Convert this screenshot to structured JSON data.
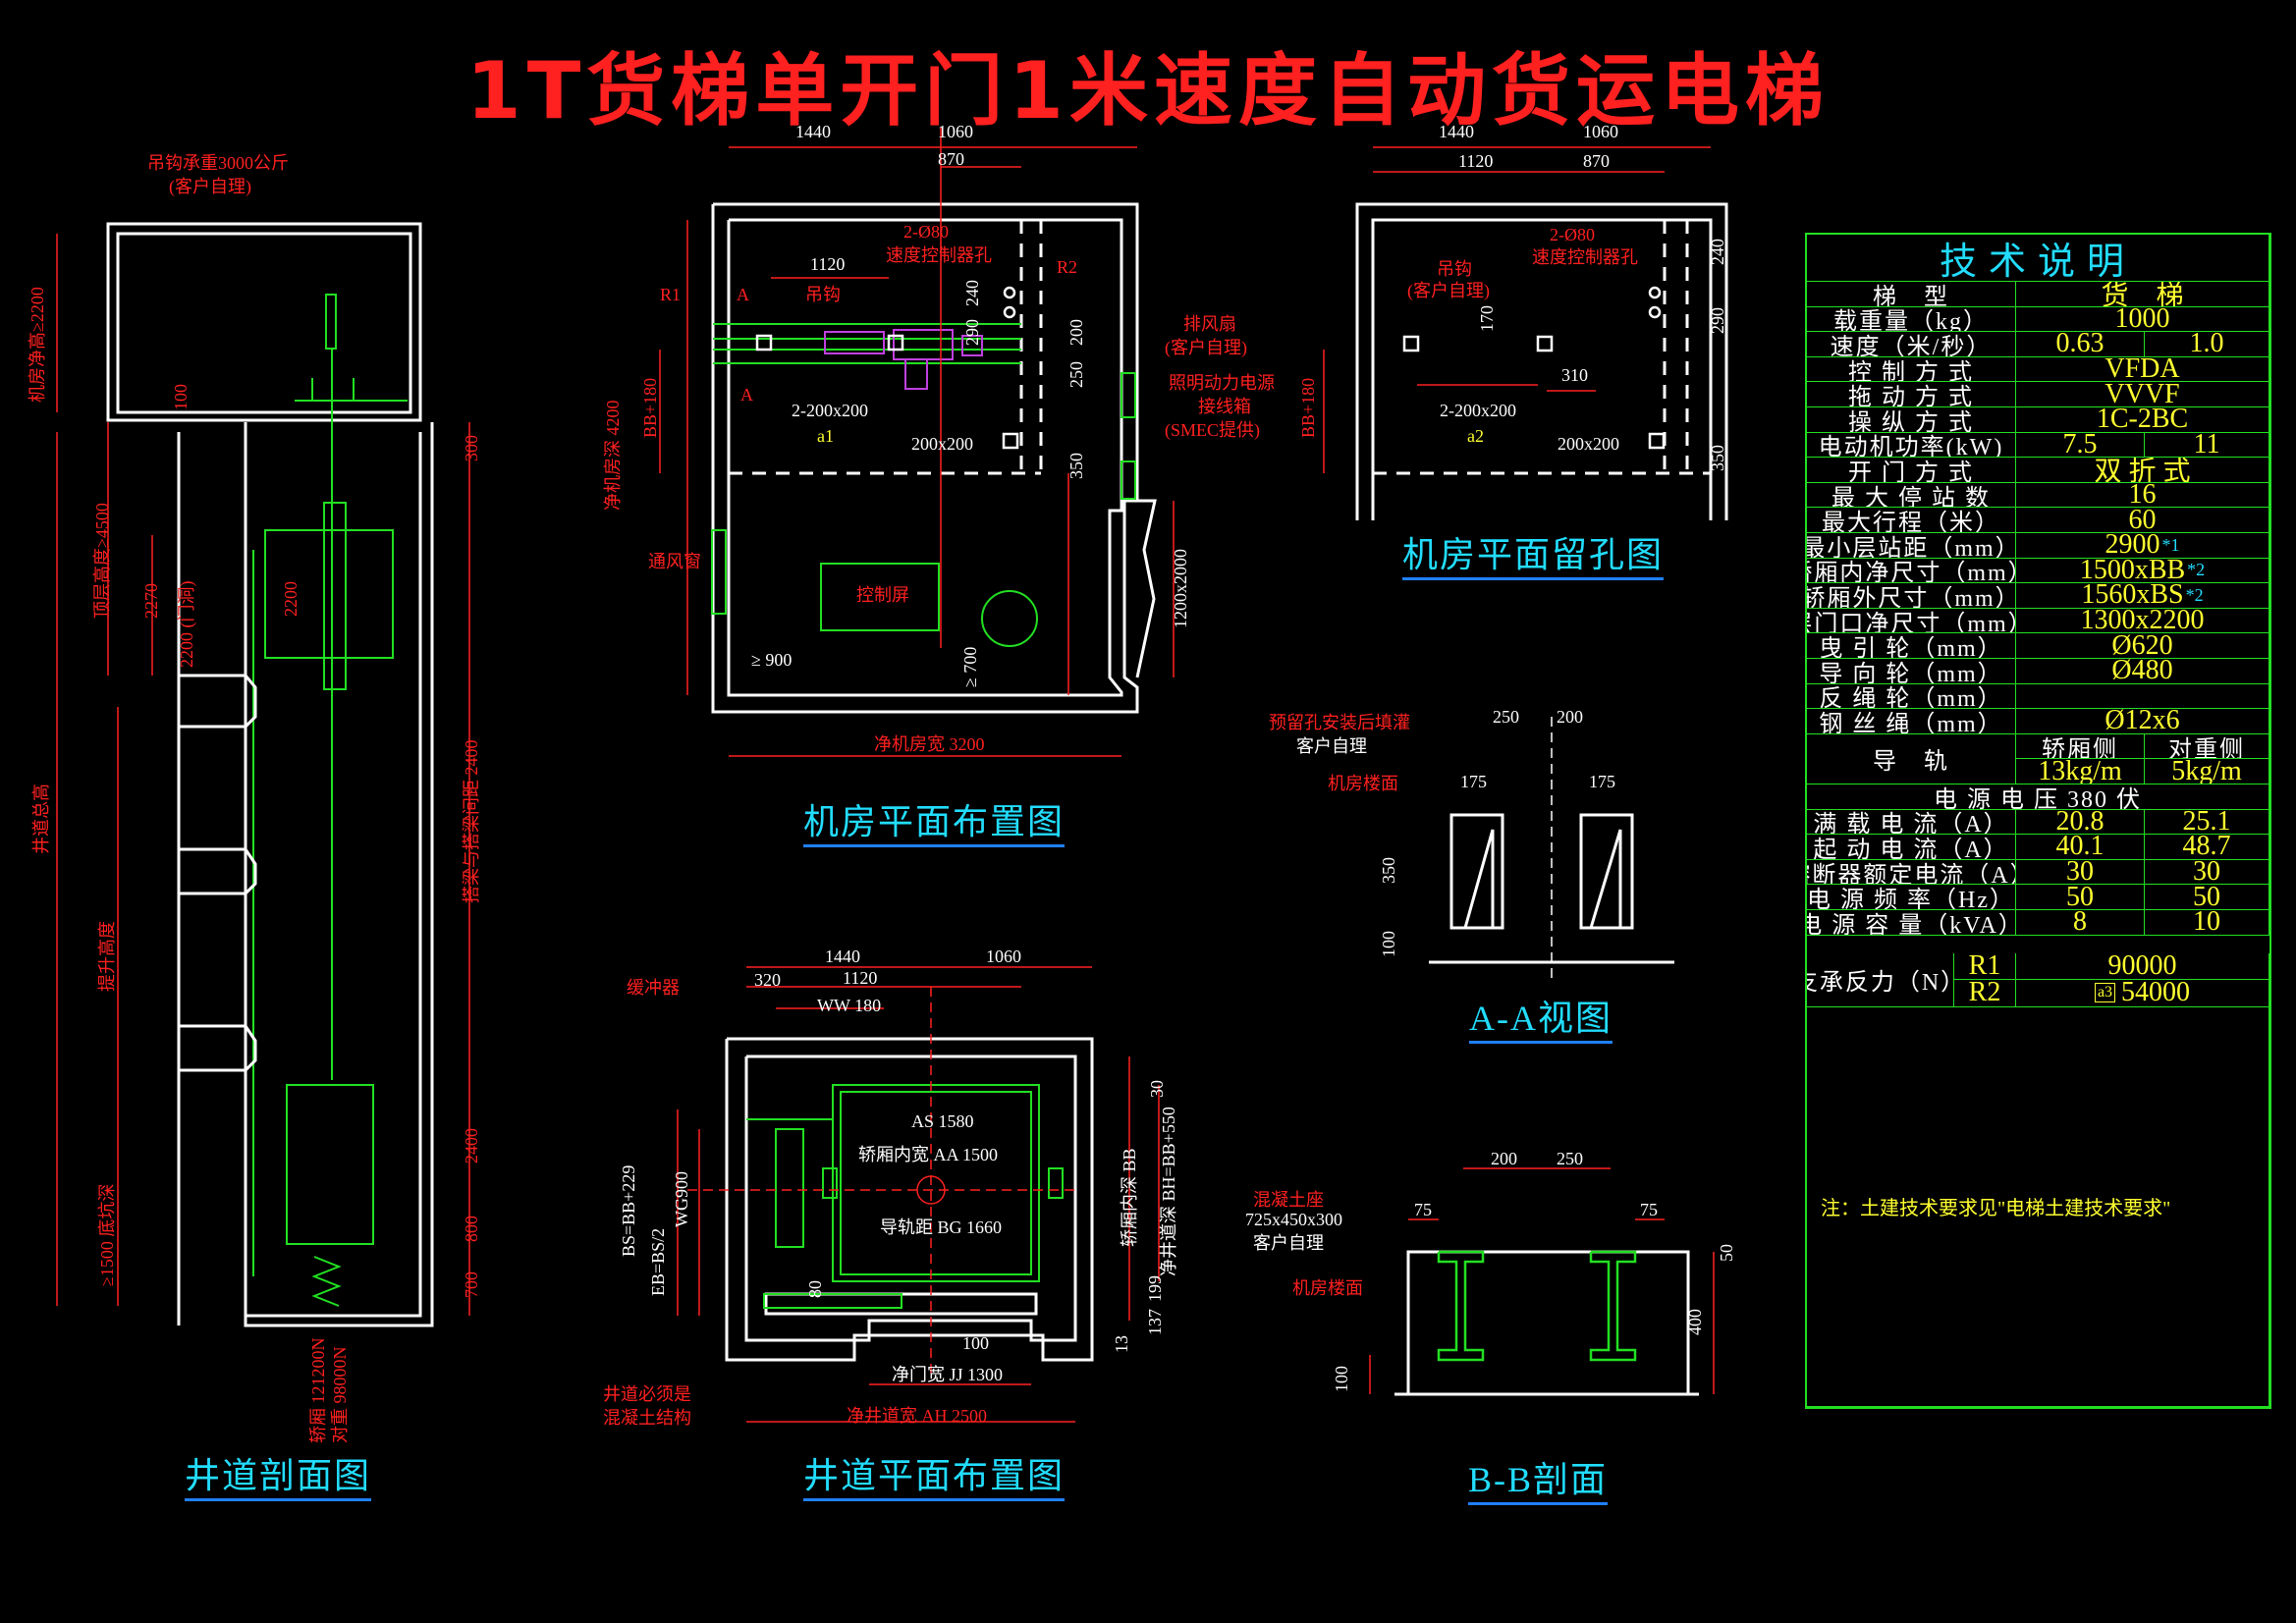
{
  "title": "1T货梯单开门1米速度自动货运电梯",
  "colors": {
    "title": "#ff2020",
    "wall": "#ffffff",
    "green": "#22e022",
    "dim_red": "#ff2020",
    "cyan": "#22ddff",
    "yellow": "#ffff30",
    "magenta": "#c040e0",
    "blue": "#2080ff"
  },
  "views": {
    "shaft_section": "井道剖面图",
    "machine_room_plan": "机房平面布置图",
    "machine_room_holes": "机房平面留孔图",
    "aa_view": "A-A视图",
    "shaft_plan": "井道平面布置图",
    "bb_section": "B-B剖面"
  },
  "shaft_section_labels": {
    "hook_load": "吊钩承重3000公斤",
    "customer_own": "(客户自理)",
    "mr_height": "机房净高≥2200",
    "headroom": "顶层高度≥4500",
    "door_h": "2270",
    "door_h2": "2200 (门洞)",
    "car_h": "2200",
    "shaft_total": "井道总高",
    "travel": "提升高度",
    "pit": "≥1500 底坑深",
    "d100": "100",
    "d300": "300",
    "d2400a": "搭梁与搭梁间距 2400",
    "d2400b": "2400",
    "d800": "800",
    "d700": "700",
    "car_load": "轿厢 121200N",
    "cw_load": "对重 98000N"
  },
  "mr_plan_labels": {
    "d1440": "1440",
    "d1060": "1060",
    "d870": "870",
    "d1120": "1120",
    "holes_2_80": "2-Ø80",
    "speed_ctrl": "速度控制器孔",
    "hook": "吊钩",
    "r1": "R1",
    "r2": "R2",
    "a": "A",
    "d240": "240",
    "d290": "290",
    "d200": "200",
    "d250": "250",
    "holes_200": "2-200x200",
    "a1": "a1",
    "hole_200": "200x200",
    "d350": "350",
    "fan": "排风扇",
    "fan_note": "(客户自理)",
    "power_box": "照明动力电源",
    "power_box2": "接线箱",
    "smec": "(SMEC提供)",
    "bb180": "BB+180",
    "depth": "净机房深 4200",
    "vent": "通风窗",
    "ctrl_panel": "控制屏",
    "ge900": "≥ 900",
    "ge700": "≥ 700",
    "door1200": "1200x2000",
    "width": "净机房宽 3200"
  },
  "holes_labels": {
    "d1440": "1440",
    "d1060": "1060",
    "d1120": "1120",
    "d870": "870",
    "holes_2_80": "2-Ø80",
    "speed_ctrl": "速度控制器孔",
    "hook": "吊钩",
    "hook_note": "(客户自理)",
    "d170": "170",
    "d310": "310",
    "d240": "240",
    "d290": "290",
    "d350": "350",
    "holes_200": "2-200x200",
    "a2": "a2",
    "hole_200": "200x200",
    "bb180": "BB+180"
  },
  "aa_labels": {
    "note1": "预留孔安装后填灌",
    "note2": "客户自理",
    "floor": "机房楼面",
    "d250": "250",
    "d200": "200",
    "d175a": "175",
    "d175b": "175",
    "d350": "350",
    "d100": "100"
  },
  "shaft_plan_labels": {
    "d1440": "1440",
    "d1060": "1060",
    "d320": "320",
    "d1120": "1120",
    "ww": "WW 180",
    "buffer": "缓冲器",
    "as": "AS 1580",
    "aa": "轿厢内宽 AA 1500",
    "bg": "导轨距 BG 1660",
    "bs": "BS=BB+229",
    "eb": "EB=BS/2",
    "wg": "WG900",
    "bb_in": "轿厢内深 BB",
    "bh": "净井道深 BH=BB+550",
    "d30": "30",
    "d80": "80",
    "d100": "100",
    "d13": "13",
    "d137": "137",
    "d199": "199",
    "jj": "净门宽 JJ 1300",
    "ah": "净井道宽 AH 2500",
    "concrete": "井道必须是",
    "concrete2": "混凝土结构"
  },
  "bb_labels": {
    "base": "混凝土座",
    "base_size": "725x450x300",
    "customer": "客户自理",
    "floor": "机房楼面",
    "d200": "200",
    "d250": "250",
    "d75a": "75",
    "d75b": "75",
    "d50": "50",
    "d400": "400",
    "d100": "100"
  },
  "spec_table": {
    "title": "技术说明",
    "rows": [
      {
        "label": "梯　型",
        "v1": "货　梯"
      },
      {
        "label": "载重量（kg）",
        "v1": "1000"
      },
      {
        "label": "速度（米/秒）",
        "v1": "0.63",
        "v2": "1.0"
      },
      {
        "label": "控 制 方 式",
        "v1": "VFDA"
      },
      {
        "label": "拖 动 方 式",
        "v1": "VVVF"
      },
      {
        "label": "操 纵 方 式",
        "v1": "1C-2BC"
      },
      {
        "label": "电动机功率(kW)",
        "v1": "7.5",
        "v2": "11"
      },
      {
        "label": "开 门 方 式",
        "v1": "双 折 式"
      },
      {
        "label": "最 大 停 站 数",
        "v1": "16"
      },
      {
        "label": "最大行程（米）",
        "v1": "60"
      },
      {
        "label": "最小层站距（mm）",
        "v1": "2900",
        "sup": "*1"
      },
      {
        "label": "轿厢内净尺寸（mm）",
        "v1": "1500xBB",
        "sup": "*2"
      },
      {
        "label": "轿厢外尺寸（mm）",
        "v1": "1560xBS",
        "sup": "*2"
      },
      {
        "label": "层门口净尺寸（mm）",
        "v1": "1300x2200"
      },
      {
        "label": "曳 引 轮（mm）",
        "v1": "Ø620"
      },
      {
        "label": "导 向 轮（mm）",
        "v1": "Ø480"
      },
      {
        "label": "反 绳 轮（mm）",
        "v1": ""
      },
      {
        "label": "钢 丝 绳（mm）",
        "v1": "Ø12x6"
      }
    ],
    "rail": {
      "label": "导　轨",
      "h1": "轿厢侧",
      "h2": "对重侧",
      "v1": "13kg/m",
      "v2": "5kg/m"
    },
    "power_voltage": "电 源 电 压 380 伏",
    "rows2": [
      {
        "label": "满 载 电 流（A）",
        "v1": "20.8",
        "v2": "25.1"
      },
      {
        "label": "起 动 电 流（A）",
        "v1": "40.1",
        "v2": "48.7"
      },
      {
        "label": "熔断器额定电流（A）",
        "v1": "30",
        "v2": "30"
      },
      {
        "label": "电 源 频 率（Hz）",
        "v1": "50",
        "v2": "50"
      },
      {
        "label": "电 源 容 量（kVA）",
        "v1": "8",
        "v2": "10"
      }
    ],
    "reaction": {
      "label": "支承反力（N）",
      "r1": "R1",
      "r1v": "90000",
      "r2": "R2",
      "r2tag": "a3",
      "r2v": "54000"
    },
    "note": "注：土建技术要求见\"电梯土建技术要求\""
  }
}
